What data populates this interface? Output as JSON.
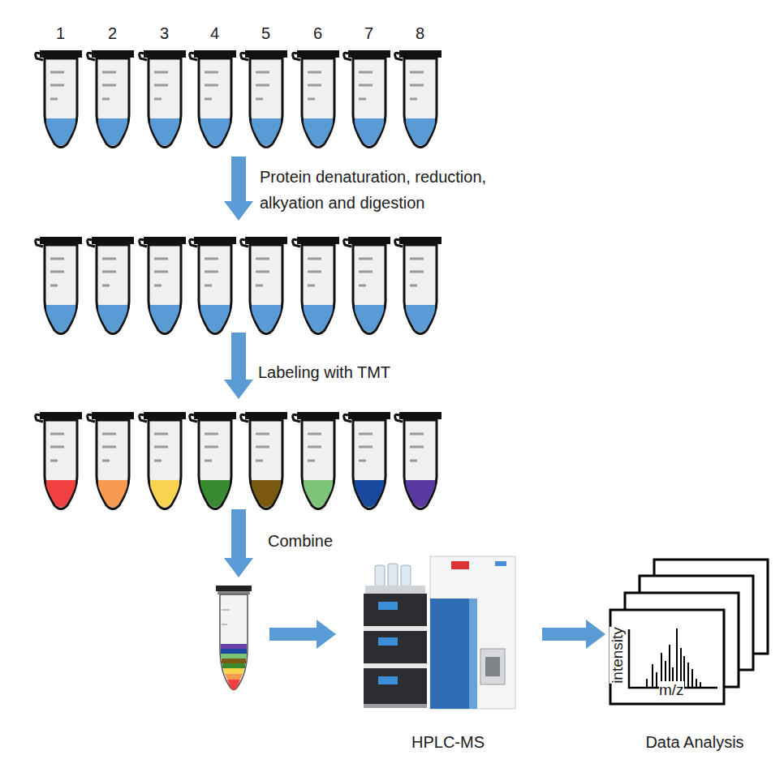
{
  "diagram": {
    "nodes": [
      {
        "text": [
          "HPLC-MS"
        ]
      },
      {
        "text": [
          "Data Analysis"
        ]
      }
    ],
    "edges": [
      {
        "from": 0,
        "to": 1,
        "arrow": "to"
      }
    ],
    "labels": [
      "1",
      "2",
      "3",
      "4",
      "5",
      "6",
      "7",
      "8",
      "Protein denaturation, reduction, alkyation and digestion",
      "Labeling with TMT",
      "Combine",
      "intensity",
      "m/z"
    ]
  }
}
